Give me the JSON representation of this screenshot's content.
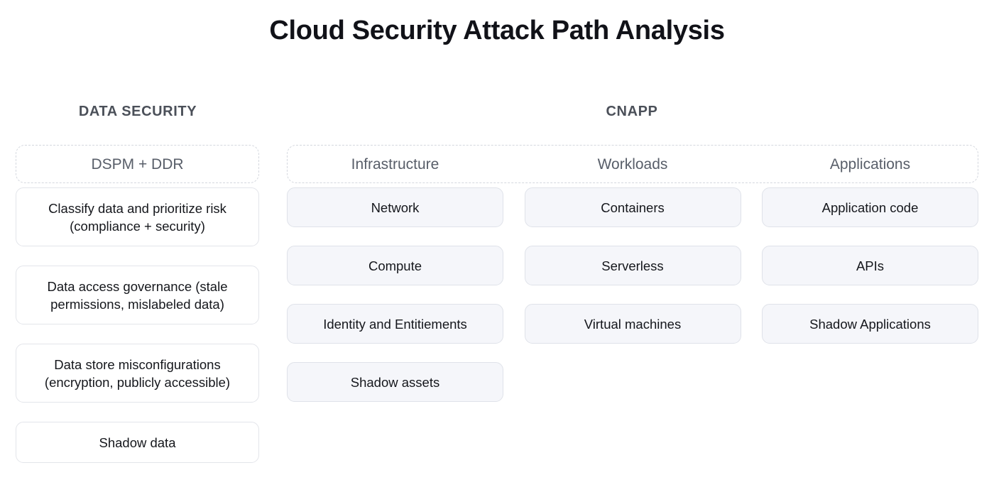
{
  "title": "Cloud Security Attack Path Analysis",
  "colors": {
    "background": "#ffffff",
    "title_text": "#111218",
    "group_title_text": "#4b5059",
    "column_title_text": "#585e69",
    "card_text": "#15171c",
    "dashed_border": "#d4d7de",
    "card_plain_bg": "#ffffff",
    "card_plain_border": "#e3e5ea",
    "card_filled_bg": "#f5f6fa",
    "card_filled_border": "#dfe2e9"
  },
  "groups": [
    {
      "name": "data-security",
      "title": "DATA SECURITY",
      "columns": [
        {
          "name": "dspm-ddr",
          "title": "DSPM + DDR",
          "cards": [
            {
              "label": "Classify data and prioritize risk (compliance + security)",
              "size": "tall"
            },
            {
              "label": "Data access governance (stale permissions, mislabeled data)",
              "size": "tall"
            },
            {
              "label": "Data store misconfigurations (encryption, publicly accessible)",
              "size": "tall"
            },
            {
              "label": "Shadow data",
              "size": "short"
            }
          ]
        }
      ]
    },
    {
      "name": "cnapp",
      "title": "CNAPP",
      "columns": [
        {
          "name": "infrastructure",
          "title": "Infrastructure",
          "cards": [
            {
              "label": "Network"
            },
            {
              "label": "Compute"
            },
            {
              "label": "Identity and Entitiements"
            },
            {
              "label": "Shadow assets"
            }
          ]
        },
        {
          "name": "workloads",
          "title": "Workloads",
          "cards": [
            {
              "label": "Containers"
            },
            {
              "label": "Serverless"
            },
            {
              "label": "Virtual machines"
            }
          ]
        },
        {
          "name": "applications",
          "title": "Applications",
          "cards": [
            {
              "label": "Application code"
            },
            {
              "label": "APIs"
            },
            {
              "label": "Shadow Applications"
            }
          ]
        }
      ]
    }
  ]
}
